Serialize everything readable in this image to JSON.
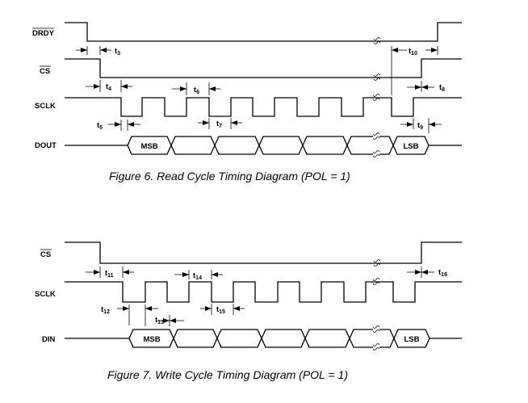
{
  "figure6": {
    "caption": "Figure 6.  Read Cycle Timing Diagram (POL = 1)",
    "signals": {
      "drdy": "DRDY",
      "cs": "CS",
      "sclk": "SCLK",
      "dout": "DOUT"
    },
    "bus_first": "MSB",
    "bus_last": "LSB",
    "timing": [
      {
        "id": "t3",
        "base": "t",
        "sub": "3"
      },
      {
        "id": "t4",
        "base": "t",
        "sub": "4"
      },
      {
        "id": "t5",
        "base": "t",
        "sub": "5"
      },
      {
        "id": "t6",
        "base": "t",
        "sub": "6"
      },
      {
        "id": "t7",
        "base": "t",
        "sub": "7"
      },
      {
        "id": "t8",
        "base": "t",
        "sub": "8"
      },
      {
        "id": "t9",
        "base": "t",
        "sub": "9"
      },
      {
        "id": "t10",
        "base": "t",
        "sub": "10"
      }
    ]
  },
  "figure7": {
    "caption": "Figure 7.  Write Cycle Timing Diagram (POL = 1)",
    "signals": {
      "cs": "CS",
      "sclk": "SCLK",
      "din": "DIN"
    },
    "bus_first": "MSB",
    "bus_last": "LSB",
    "timing": [
      {
        "id": "t11",
        "base": "t",
        "sub": "11"
      },
      {
        "id": "t12",
        "base": "t",
        "sub": "12"
      },
      {
        "id": "t13",
        "base": "t",
        "sub": "13"
      },
      {
        "id": "t14",
        "base": "t",
        "sub": "14"
      },
      {
        "id": "t15",
        "base": "t",
        "sub": "15"
      },
      {
        "id": "t16",
        "base": "t",
        "sub": "16"
      }
    ]
  }
}
